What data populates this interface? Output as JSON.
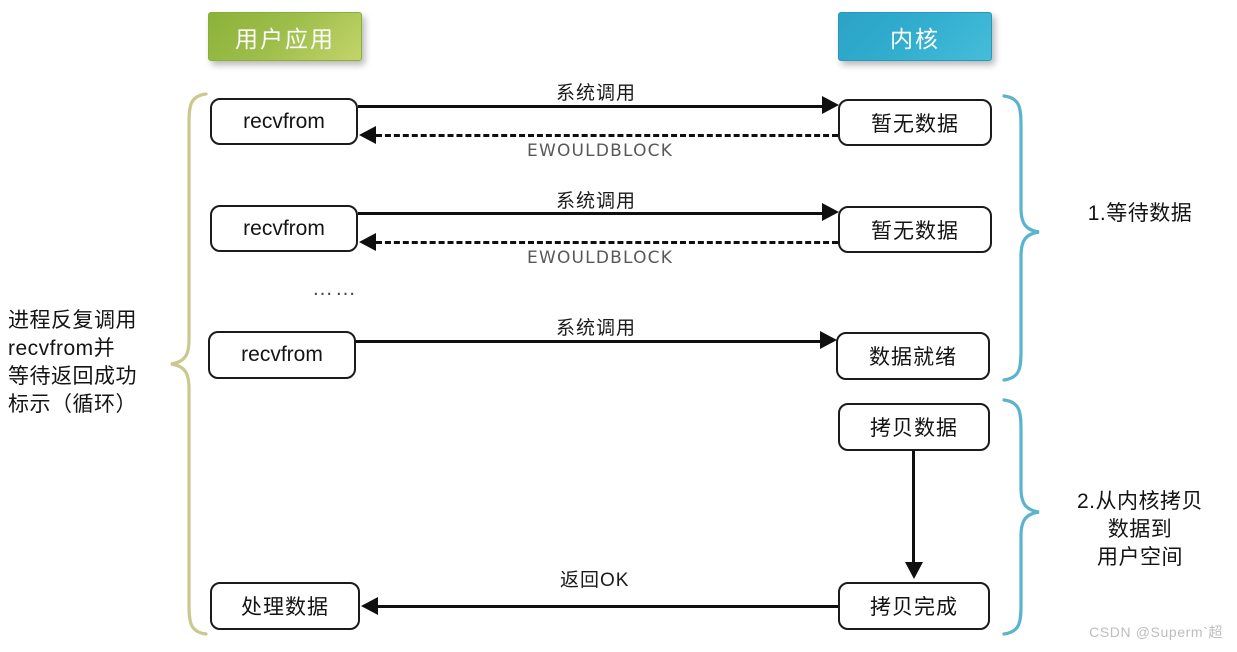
{
  "diagram": {
    "title_user": "用户应用",
    "title_kernel": "内核",
    "watermark": "CSDN @Superm`超"
  },
  "colors": {
    "user_pill": "#9cbd4a",
    "kernel_pill": "#32aecf",
    "left_brace": "#c9c98f",
    "right_brace": "#5ab4cc",
    "node_border": "#1b1b1b",
    "line": "#0f0f0f",
    "errno_text": "#585858",
    "watermark": "#bdbdbd"
  },
  "left_annotation": {
    "line1": "进程反复调用",
    "line2": "recvfrom并",
    "line3": "等待返回成功",
    "line4": "标示（循环）"
  },
  "right_annotations": [
    {
      "line1": "1.等待数据"
    },
    {
      "line1": "2.从内核拷贝",
      "line2": "数据到",
      "line3": "用户空间"
    }
  ],
  "rows": [
    {
      "id": "row-1",
      "left_node": "recvfrom",
      "right_node": "暂无数据",
      "forward_label": "系统调用",
      "return_label": "EWOULDBLOCK",
      "return_style": "dashed"
    },
    {
      "id": "row-2",
      "left_node": "recvfrom",
      "right_node": "暂无数据",
      "forward_label": "系统调用",
      "return_label": "EWOULDBLOCK",
      "return_style": "dashed"
    },
    {
      "id": "row-3",
      "left_node": "recvfrom",
      "right_node": "数据就绪",
      "forward_label": "系统调用",
      "return_label": "",
      "return_style": "none"
    }
  ],
  "repeat_marker": "……",
  "copy_stage": {
    "top_node": "拷贝数据",
    "bottom_node": "拷贝完成",
    "result_node": "处理数据",
    "return_label": "返回OK"
  }
}
